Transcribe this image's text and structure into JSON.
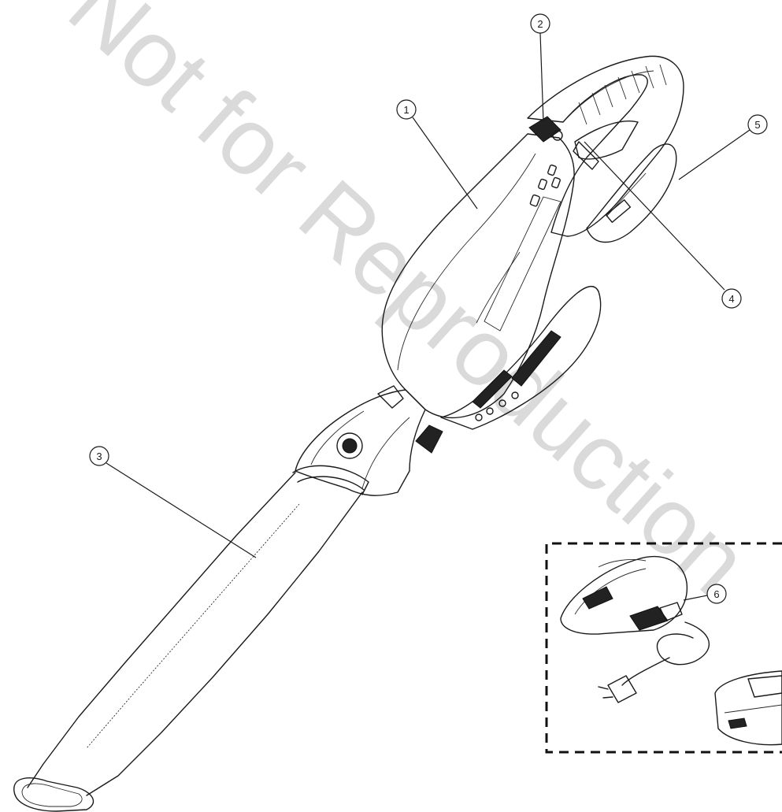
{
  "watermark": "Not for Reproduction",
  "callouts": [
    {
      "id": "1",
      "label": "1"
    },
    {
      "id": "2",
      "label": "2"
    },
    {
      "id": "3",
      "label": "3"
    },
    {
      "id": "4",
      "label": "4"
    },
    {
      "id": "5",
      "label": "5"
    },
    {
      "id": "6",
      "label": "6"
    }
  ],
  "parts": {
    "blower": "leaf-blower",
    "charger": "battery-charger",
    "battery": "battery-pack"
  },
  "colors": {
    "line": "#1a1a1a",
    "watermark": "#bdbdbd",
    "background": "#ffffff"
  }
}
